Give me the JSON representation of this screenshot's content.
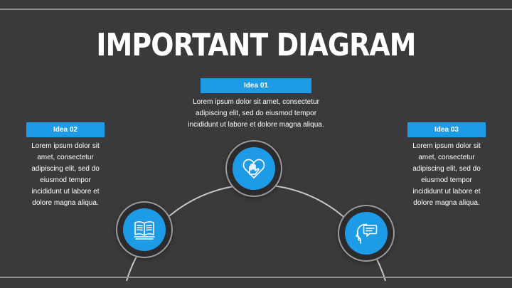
{
  "title": "IMPORTANT DIAGRAM",
  "ideas": [
    {
      "label": "Idea 01",
      "text": "Lorem ipsum dolor sit amet, consectetur\nadipiscing elit, sed do eiusmod tempor\nincididunt ut labore et dolore magna aliqua.",
      "icon": "heart-hand-icon"
    },
    {
      "label": "Idea 02",
      "text": "Lorem ipsum dolor sit\namet, consectetur\nadipiscing elit, sed do\neiusmod tempor\nincididunt ut labore et\ndolore magna aliqua.",
      "icon": "open-book-icon"
    },
    {
      "label": "Idea 03",
      "text": "Lorem ipsum dolor sit\namet, consectetur\nadipiscing elit, sed do\neiusmod tempor\nincididunt ut labore et\ndolore magna aliqua.",
      "icon": "head-speech-bubble-icon"
    }
  ],
  "colors": {
    "background": "#3a3a3c",
    "accent": "#1e9be6",
    "text": "#ffffff",
    "rule": "#8e8e90"
  }
}
